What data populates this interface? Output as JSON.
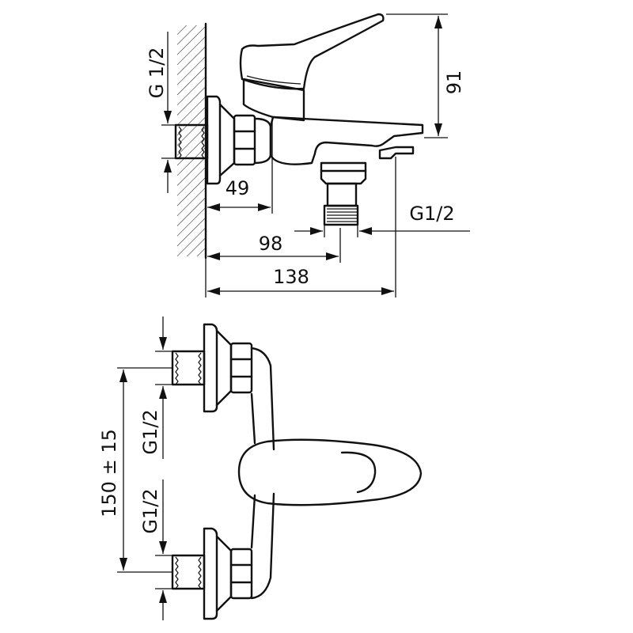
{
  "side_view": {
    "dim_height": "91",
    "dim_inlet_thread": "G 1/2",
    "dim_body_depth": "49",
    "dim_outlet_offset": "98",
    "dim_total_depth": "138",
    "dim_outlet_thread": "G1/2"
  },
  "front_view": {
    "dim_spacing": "150 ± 15",
    "dim_upper_thread": "G1/2",
    "dim_lower_thread": "G1/2"
  }
}
